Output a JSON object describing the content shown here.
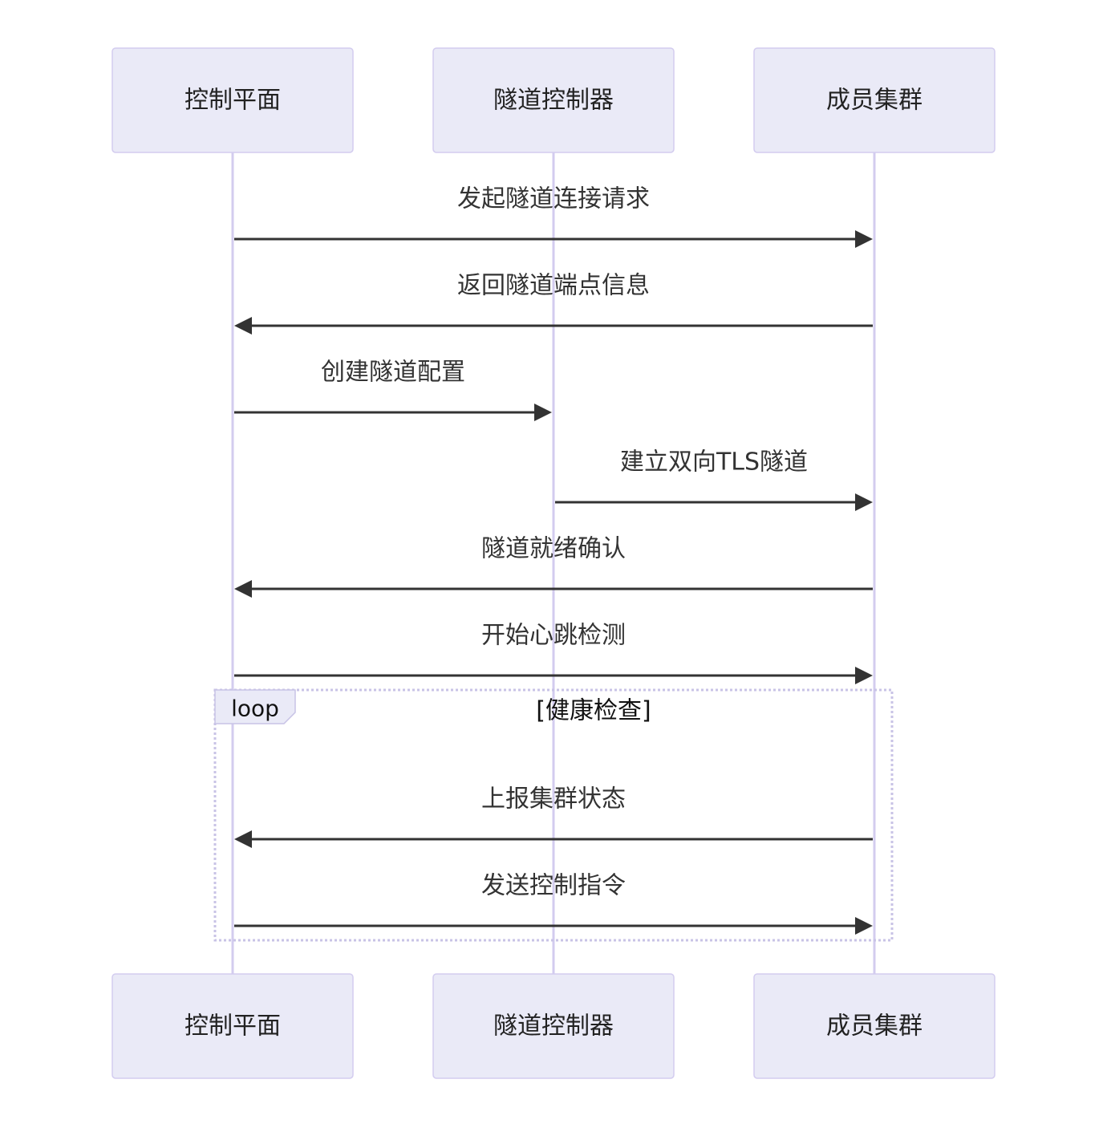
{
  "participants": [
    {
      "id": "cp",
      "label": "控制平面"
    },
    {
      "id": "tc",
      "label": "隧道控制器"
    },
    {
      "id": "mc",
      "label": "成员集群"
    }
  ],
  "messages": [
    {
      "from": "cp",
      "to": "mc",
      "label": "发起隧道连接请求"
    },
    {
      "from": "mc",
      "to": "cp",
      "label": "返回隧道端点信息"
    },
    {
      "from": "cp",
      "to": "tc",
      "label": "创建隧道配置"
    },
    {
      "from": "tc",
      "to": "mc",
      "label": "建立双向TLS隧道"
    },
    {
      "from": "mc",
      "to": "cp",
      "label": "隧道就绪确认"
    },
    {
      "from": "cp",
      "to": "mc",
      "label": "开始心跳检测"
    },
    {
      "from": "mc",
      "to": "cp",
      "label": "上报集群状态"
    },
    {
      "from": "cp",
      "to": "mc",
      "label": "发送控制指令"
    }
  ],
  "loop": {
    "keyword": "loop",
    "condition": "[健康检查]",
    "first_message": 6,
    "last_message": 7
  },
  "colors": {
    "actor_fill": "#eaeaf7",
    "actor_stroke": "#d3ccef",
    "lifeline": "#d3ccef",
    "arrow": "#333333"
  }
}
